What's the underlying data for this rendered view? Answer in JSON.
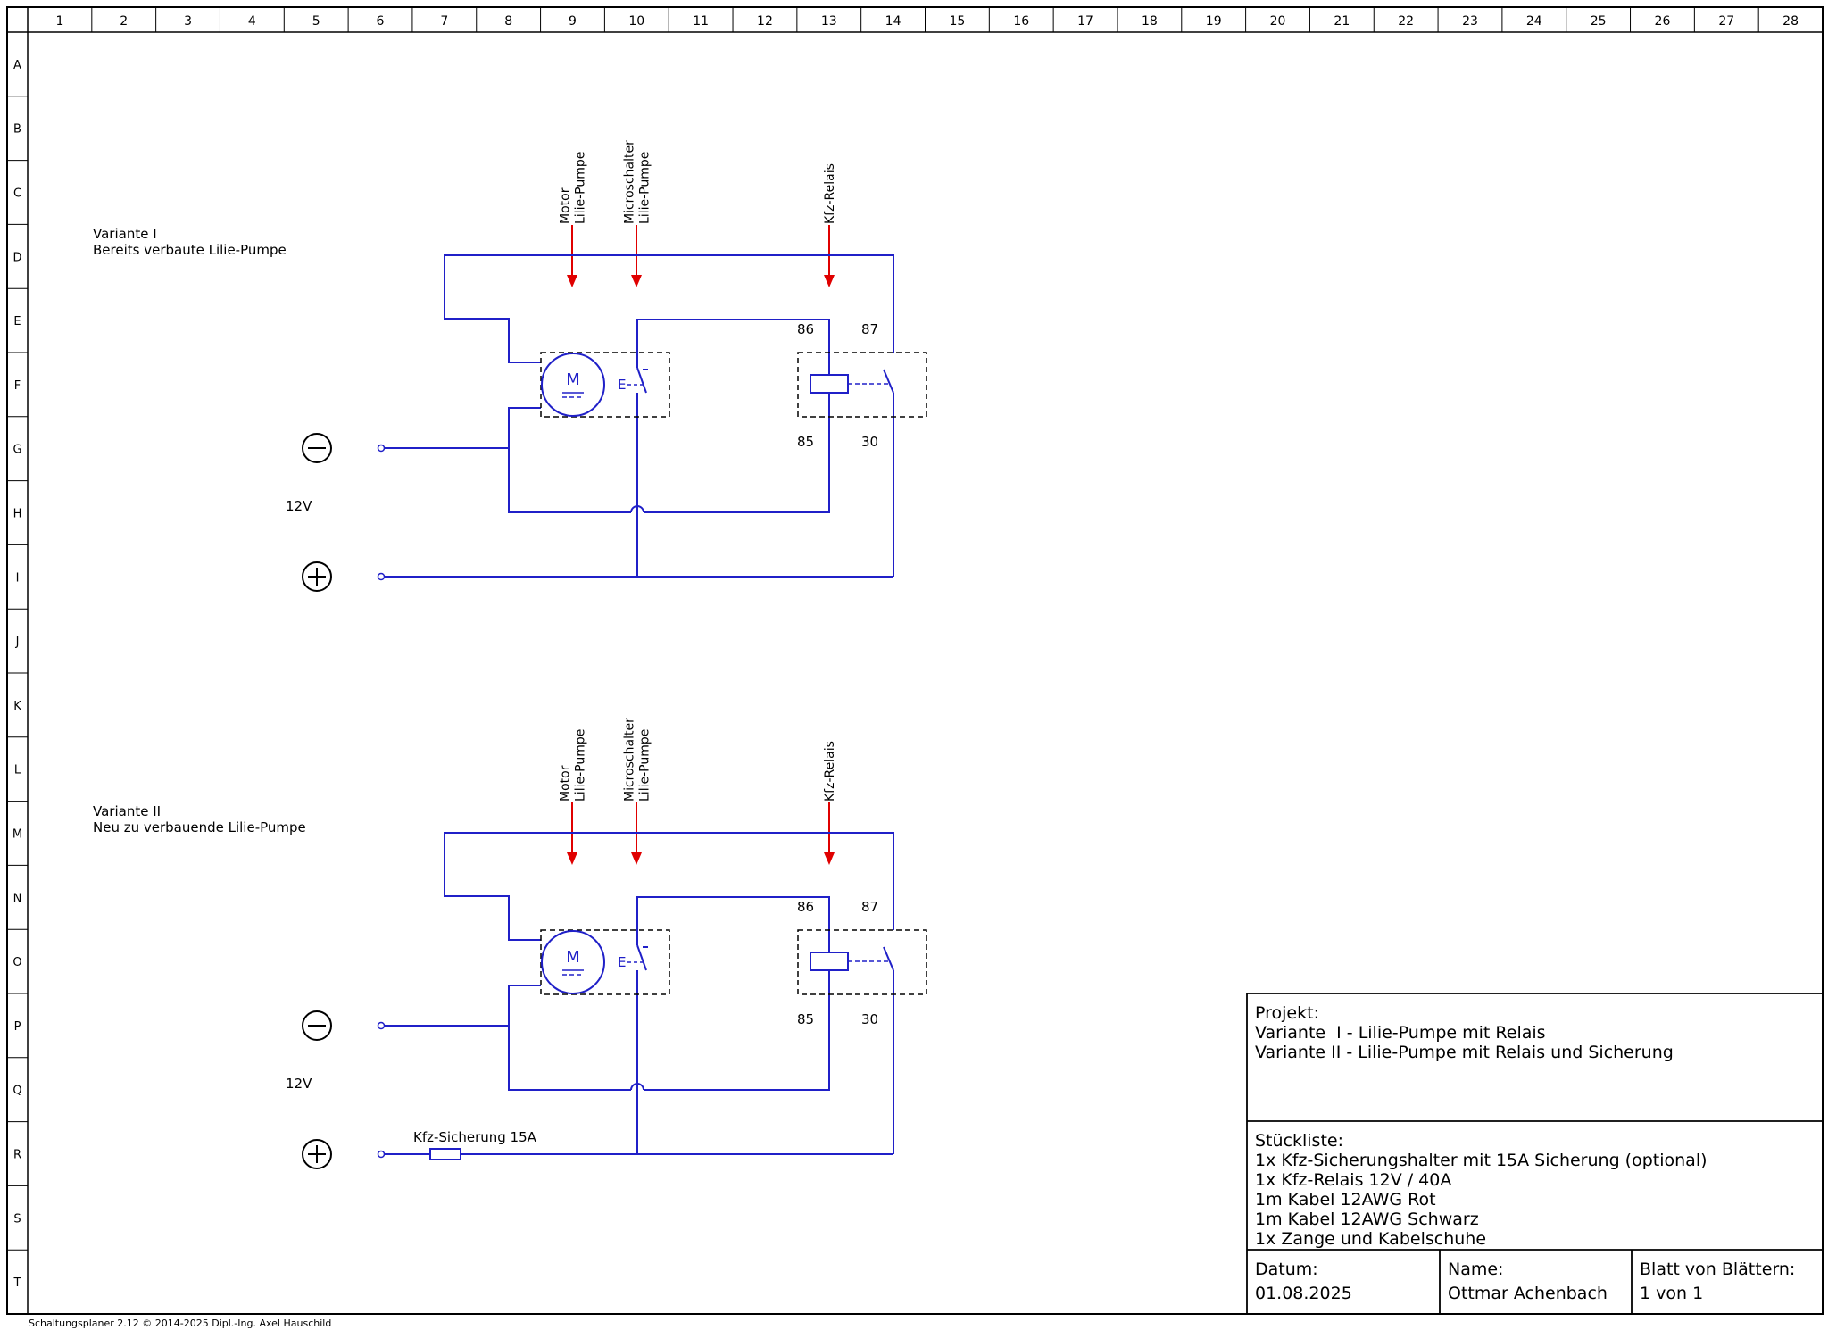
{
  "columns": [
    "1",
    "2",
    "3",
    "4",
    "5",
    "6",
    "7",
    "8",
    "9",
    "10",
    "11",
    "12",
    "13",
    "14",
    "15",
    "16",
    "17",
    "18",
    "19",
    "20",
    "21",
    "22",
    "23",
    "24",
    "25",
    "26",
    "27",
    "28"
  ],
  "rows": [
    "A",
    "B",
    "C",
    "D",
    "E",
    "F",
    "G",
    "H",
    "I",
    "J",
    "K",
    "L",
    "M",
    "N",
    "O",
    "P",
    "Q",
    "R",
    "S",
    "T"
  ],
  "variants": [
    {
      "title": "Variante I",
      "subtitle": "Bereits verbaute Lilie-Pumpe",
      "voltage": "12V",
      "motor_label": [
        "Motor",
        "Lilie-Pumpe"
      ],
      "switch_label": [
        "Microschalter",
        "Lilie-Pumpe"
      ],
      "relay_label": "Kfz-Relais",
      "motor_symbol": "M",
      "switch_symbol": "E",
      "relay_pins": {
        "p86": "86",
        "p87": "87",
        "p85": "85",
        "p30": "30"
      },
      "fuse_label": ""
    },
    {
      "title": "Variante II",
      "subtitle": "Neu zu verbauende Lilie-Pumpe",
      "voltage": "12V",
      "motor_label": [
        "Motor",
        "Lilie-Pumpe"
      ],
      "switch_label": [
        "Microschalter",
        "Lilie-Pumpe"
      ],
      "relay_label": "Kfz-Relais",
      "motor_symbol": "M",
      "switch_symbol": "E",
      "relay_pins": {
        "p86": "86",
        "p87": "87",
        "p85": "85",
        "p30": "30"
      },
      "fuse_label": "Kfz-Sicherung 15A"
    }
  ],
  "title_block": {
    "projekt_heading": "Projekt:",
    "projekt_lines": [
      "Variante  I - Lilie-Pumpe mit Relais",
      "Variante II - Lilie-Pumpe mit Relais und Sicherung"
    ],
    "stueckliste_heading": "Stückliste:",
    "stueckliste_lines": [
      "1x Kfz-Sicherungshalter mit 15A Sicherung (optional)",
      "1x Kfz-Relais 12V / 40A",
      "1m Kabel 12AWG Rot",
      "1m Kabel 12AWG Schwarz",
      "1x Zange und Kabelschuhe"
    ],
    "datum_label": "Datum:",
    "datum_value": "01.08.2025",
    "name_label": "Name:",
    "name_value": "Ottmar Achenbach",
    "blatt_label": "Blatt von Blättern:",
    "blatt_value": "1 von 1"
  },
  "footer": "Schaltungsplaner 2.12   © 2014-2025 Dipl.-Ing. Axel Hauschild",
  "colors": {
    "wire": "#2020c8",
    "arrow": "#e00000",
    "frame": "#000000"
  }
}
